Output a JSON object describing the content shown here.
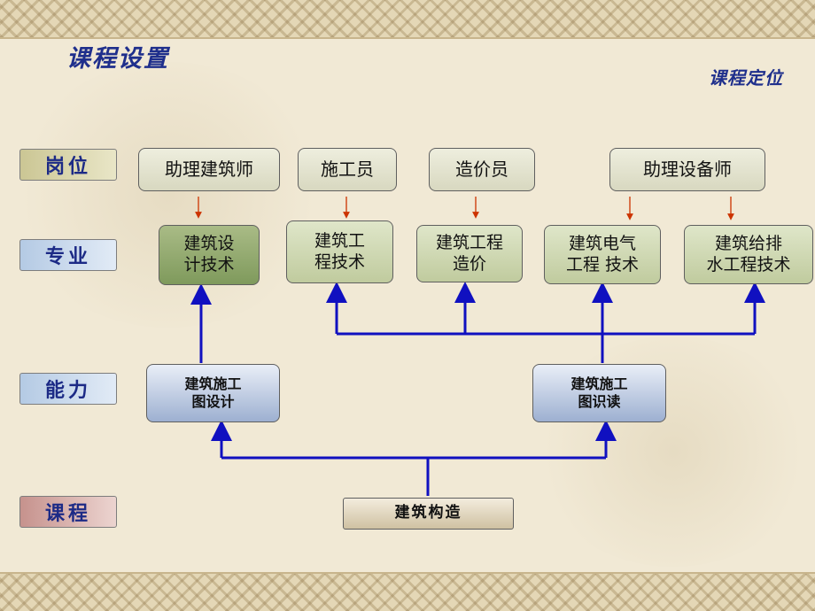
{
  "title": "课程设置",
  "subtitle": "课程定位",
  "row_labels": {
    "positions": "岗位",
    "majors": "专业",
    "abilities": "能力",
    "courses": "课程"
  },
  "positions": [
    "助理建筑师",
    "施工员",
    "造价员",
    "助理设备师"
  ],
  "majors": [
    [
      "建筑设",
      "计技术"
    ],
    [
      "建筑工",
      "程技术"
    ],
    [
      "建筑工程",
      "造价"
    ],
    [
      "建筑电气",
      "工程 技术"
    ],
    [
      "建筑给排",
      "水工程技术"
    ]
  ],
  "abilities": [
    [
      "建筑施工",
      "图设计"
    ],
    [
      "建筑施工",
      "图识读"
    ]
  ],
  "course": "建筑构造",
  "colors": {
    "title": "#1f2f8c",
    "connector": "#1010c0",
    "small_arrow": "#cc3300"
  }
}
